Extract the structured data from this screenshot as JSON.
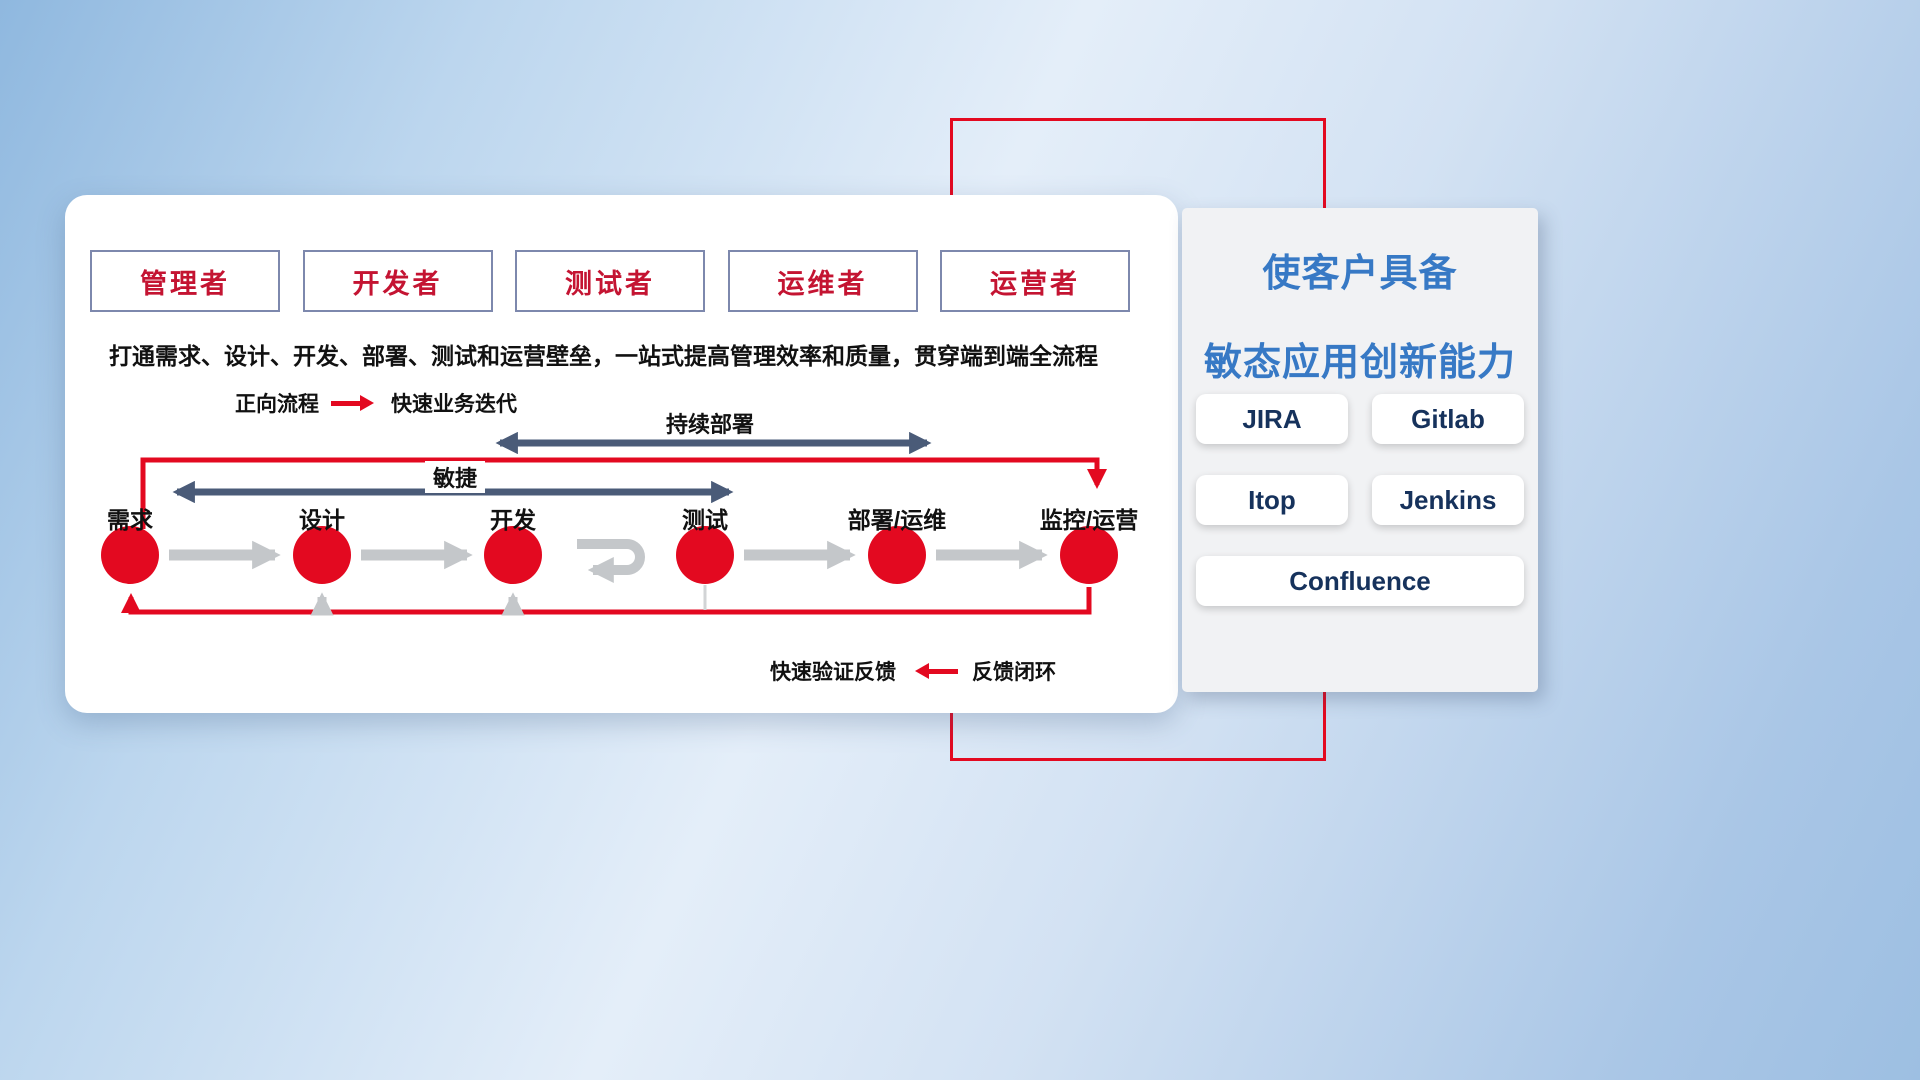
{
  "roles": [
    "管理者",
    "开发者",
    "测试者",
    "运维者",
    "运营者"
  ],
  "description": "打通需求、设计、开发、部署、测试和运营壁垒，一站式提高管理效率和质量，贯穿端到端全流程",
  "legend_forward": {
    "label": "正向流程",
    "value": "快速业务迭代"
  },
  "legend_feedback": {
    "label": "快速验证反馈",
    "value": "反馈闭环"
  },
  "flow": {
    "stages": [
      "需求",
      "设计",
      "开发",
      "测试",
      "部署/运维",
      "监控/运营"
    ],
    "agile_label": "敏捷",
    "continuous_deploy_label": "持续部署"
  },
  "right_panel": {
    "title_line1": "使客户具备",
    "title_line2": "敏态应用创新能力",
    "tools": [
      "JIRA",
      "Gitlab",
      "Itop",
      "Jenkins",
      "Confluence"
    ]
  },
  "colors": {
    "accent_red": "#e30920",
    "navy_arrow": "#4a5b78",
    "gray_arrow": "#c4c7ca",
    "title_blue": "#3779c5",
    "role_text_red": "#c41432",
    "tool_text_navy": "#16325c"
  }
}
